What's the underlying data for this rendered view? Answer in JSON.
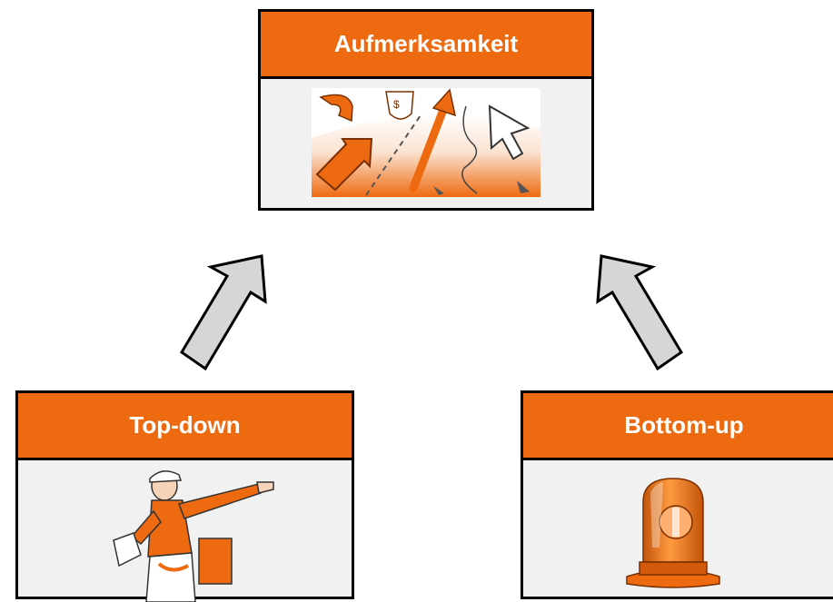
{
  "colors": {
    "header": "#ee6a10",
    "border": "#000000",
    "body": "#f1f1f1",
    "arrow_fill": "#d6d6d6"
  },
  "top_box": {
    "title": "Aufmerksamkeit",
    "icon": "attention-arrows-illustration"
  },
  "left_box": {
    "title": "Top-down",
    "icon": "pointing-person-illustration"
  },
  "right_box": {
    "title": "Bottom-up",
    "icon": "siren-light-illustration"
  }
}
